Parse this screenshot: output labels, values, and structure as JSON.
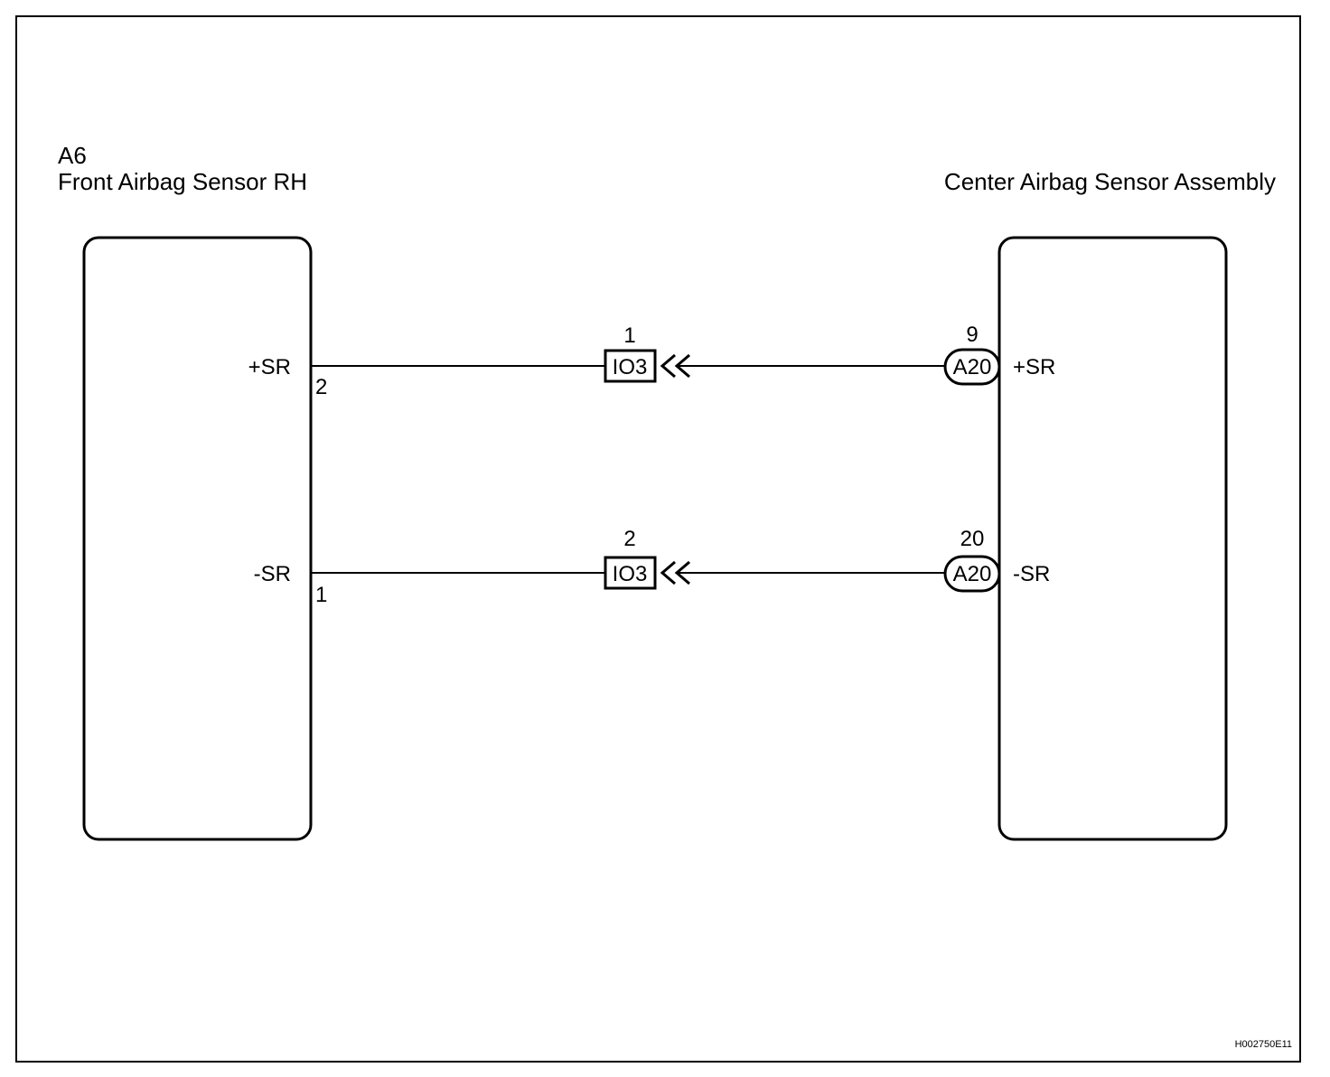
{
  "left_component": {
    "code": "A6",
    "name": "Front Airbag Sensor RH",
    "pins": [
      {
        "signal": "+SR",
        "pin": "2"
      },
      {
        "signal": "-SR",
        "pin": "1"
      }
    ]
  },
  "right_component": {
    "name": "Center Airbag Sensor Assembly",
    "pins": [
      {
        "signal": "+SR",
        "pin": "9",
        "connector": "A20"
      },
      {
        "signal": "-SR",
        "pin": "20",
        "connector": "A20"
      }
    ]
  },
  "junctions": [
    {
      "connector": "IO3",
      "pin": "1"
    },
    {
      "connector": "IO3",
      "pin": "2"
    }
  ],
  "figure_id": "H002750E11"
}
